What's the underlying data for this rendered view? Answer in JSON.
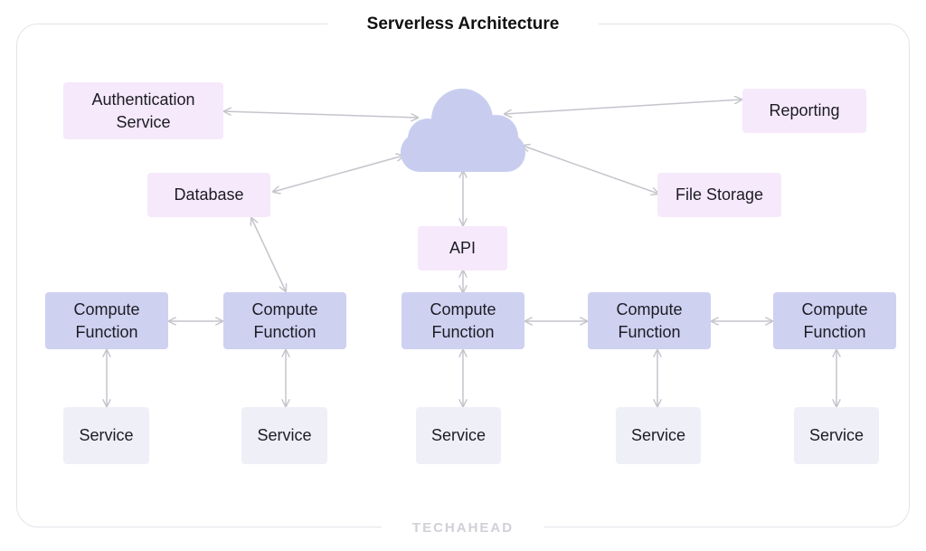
{
  "title": "Serverless Architecture",
  "brand": "TECHAHEAD",
  "colors": {
    "cloud": "#c8cdf0",
    "pink_node": "#f5e9fb",
    "compute_node": "#cfd1f1",
    "service_node": "#efeff8",
    "connector": "#c4c4cc"
  },
  "nodes": {
    "auth": "Authentication\nService",
    "reporting": "Reporting",
    "database": "Database",
    "file_storage": "File Storage",
    "api": "API",
    "compute_label": "Compute\nFunction",
    "service_label": "Service"
  }
}
